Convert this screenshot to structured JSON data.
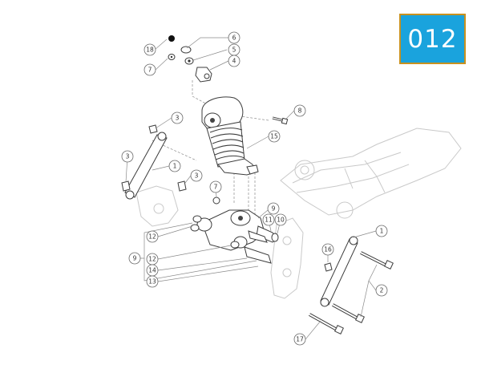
{
  "page_badge": "012",
  "callouts": {
    "c18": "18",
    "c7a": "7",
    "c6": "6",
    "c5": "5",
    "c4": "4",
    "c8": "8",
    "c3a": "3",
    "c15": "15",
    "c3b": "3",
    "c1a": "1",
    "c3c": "3",
    "c7b": "7",
    "c9a": "9",
    "c11": "11",
    "c10": "10",
    "c12a": "12",
    "c9b": "9",
    "c12b": "12",
    "c14": "14",
    "c13": "13",
    "c1b": "1",
    "c16": "16",
    "c2": "2",
    "c17": "17"
  }
}
